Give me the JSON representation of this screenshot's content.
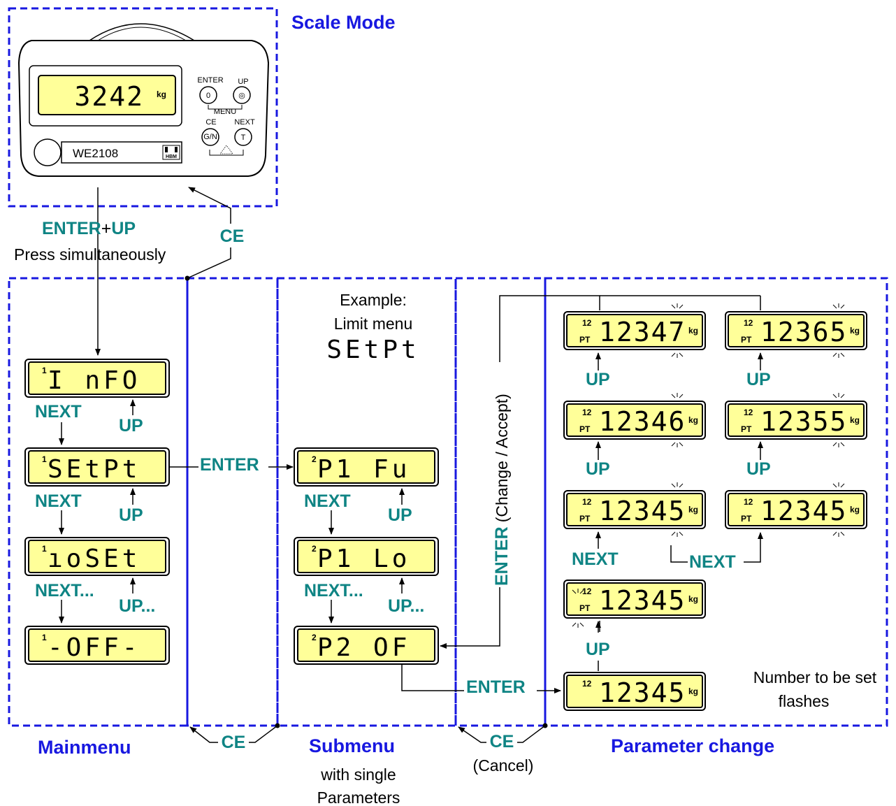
{
  "titles": {
    "scale_mode": "Scale Mode",
    "mainmenu": "Mainmenu",
    "submenu": "Submenu",
    "submenu_note_1": "with single",
    "submenu_note_2": "Parameters",
    "parameter_change": "Parameter change"
  },
  "device": {
    "reading": "3242",
    "unit": "kg",
    "model": "WE2108",
    "logo": "HBM",
    "btn_enter": "ENTER",
    "btn_up": "UP",
    "menu": "MENU",
    "btn_ce": "CE",
    "btn_next": "NEXT",
    "key_zero": "0",
    "key_up": "◎",
    "key_gn": "G/N",
    "key_tare": "T"
  },
  "transitions": {
    "enter_up": "ENTER",
    "plus": "+",
    "up": "UP",
    "press_simultaneously": "Press simultaneously",
    "ce": "CE",
    "next": "NEXT",
    "next_more": "NEXT...",
    "up_more": "UP...",
    "enter": "ENTER",
    "cancel": "(Cancel)",
    "enter_vertical": "ENTER",
    "change_accept": "(Change / Accept)",
    "flash_note_1": "Number to be set",
    "flash_note_2": "flashes"
  },
  "example": {
    "line1": "Example:",
    "line2": "Limit menu",
    "code": "SEtPt"
  },
  "mainmenu_items": [
    {
      "idx": "1",
      "text": "I nFO"
    },
    {
      "idx": "1",
      "text": "SEtPt"
    },
    {
      "idx": "1",
      "text": "ıoSEt"
    },
    {
      "idx": "1",
      "text": "-OFF-"
    }
  ],
  "submenu_items": [
    {
      "idx": "2",
      "text": "P1_Fu"
    },
    {
      "idx": "2",
      "text": "P1_Lo"
    },
    {
      "idx": "2",
      "text": "P2_OF"
    }
  ],
  "param_displays": {
    "super": "12",
    "pt": "PT",
    "unit": "kg",
    "left": [
      "12347",
      "12346",
      "12345",
      "12345",
      "12345"
    ],
    "right": [
      "12365",
      "12355",
      "12345"
    ]
  }
}
